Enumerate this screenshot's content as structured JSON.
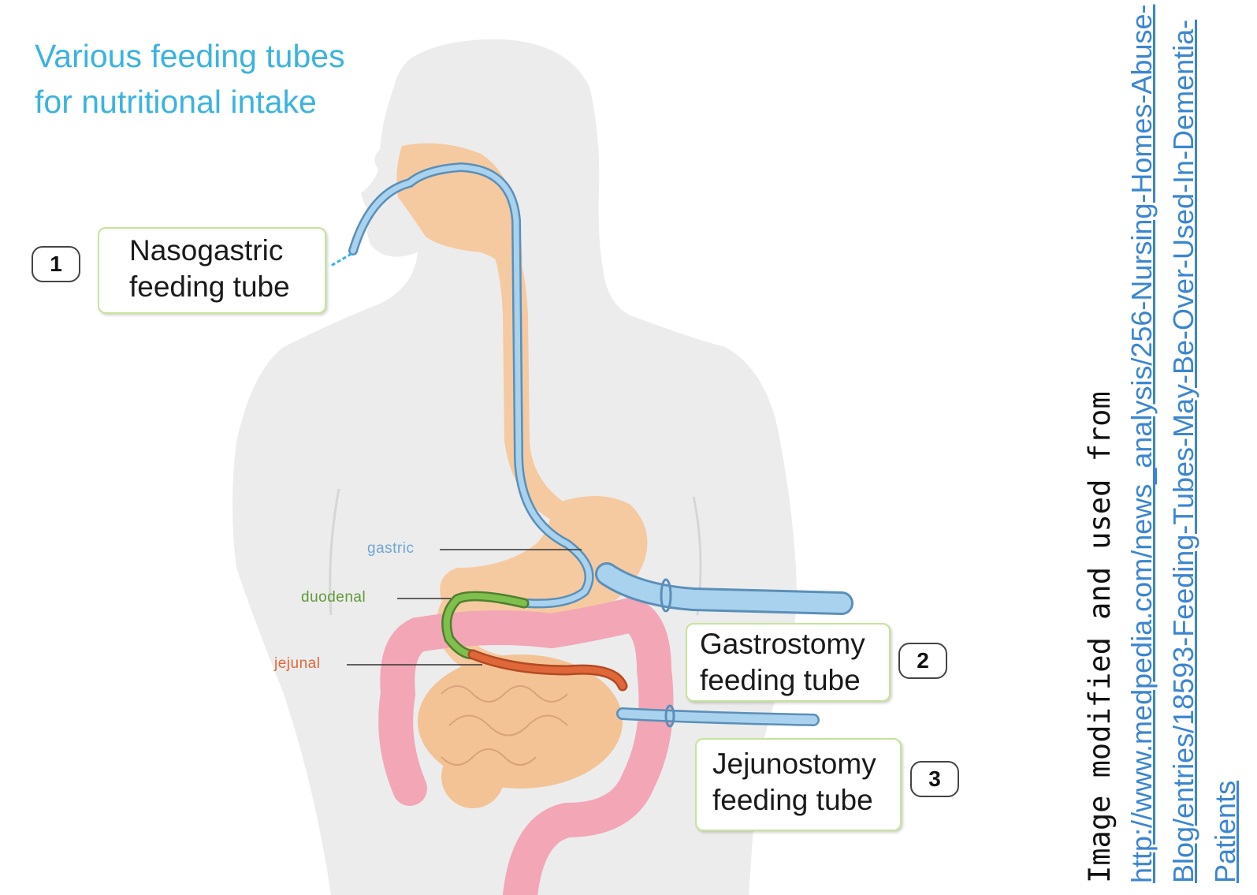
{
  "title": "Various feeding tubes for nutritional intake",
  "tubes": [
    {
      "number": "1",
      "line1": "Nasogastric",
      "line2": "feeding tube"
    },
    {
      "number": "2",
      "line1": "Gastrostomy",
      "line2": "feeding tube"
    },
    {
      "number": "3",
      "line1": "Jejunostomy",
      "line2": "feeding tube"
    }
  ],
  "parts": [
    {
      "label": "gastric",
      "color": "#6fa6d6"
    },
    {
      "label": "duodenal",
      "color": "#5f9a3a"
    },
    {
      "label": "jejunal",
      "color": "#e0673a"
    }
  ],
  "credit": {
    "text": "Image modified and used from",
    "url_lines": [
      "http://www.medpedia.com/news_analysis/256-Nursing-Homes-Abuse-",
      "Blog/entries/18593-Feeding-Tubes-May-Be-Over-Used-In-Dementia-",
      "Patients"
    ]
  },
  "colors": {
    "body": "#ececec",
    "digestive": "#f5caa1",
    "colon": "#f2a6b6",
    "tube": "#a9d2ee",
    "tube_outline": "#5b8fb8",
    "title": "#3bb3df",
    "box_border": "#c6e39a"
  }
}
